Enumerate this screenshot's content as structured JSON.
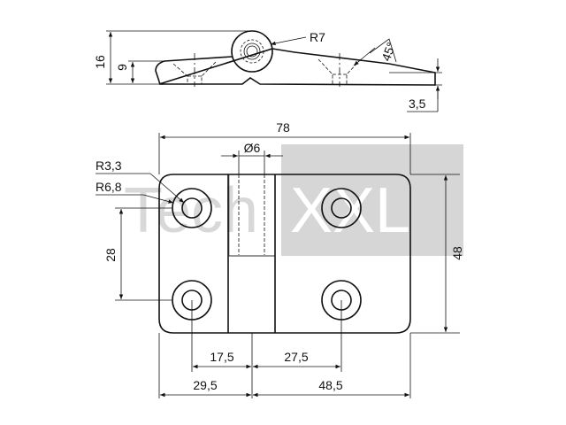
{
  "watermark": {
    "word1": "Tech",
    "word2": "XXL"
  },
  "side_view": {
    "height_total": "16",
    "height_leaf": "9",
    "knuckle_radius": "R7",
    "angle": "45°",
    "thickness": "3,5"
  },
  "top_view": {
    "width_total": "78",
    "height_total": "48",
    "pin_diameter": "Ø6",
    "hole_radius": "R3,3",
    "counterbore_radius": "R6,8",
    "hole_spacing_v": "28",
    "left_hole_offset": "17,5",
    "right_hole_offset": "27,5",
    "left_leaf_width": "29,5",
    "right_leaf_width": "48,5"
  }
}
